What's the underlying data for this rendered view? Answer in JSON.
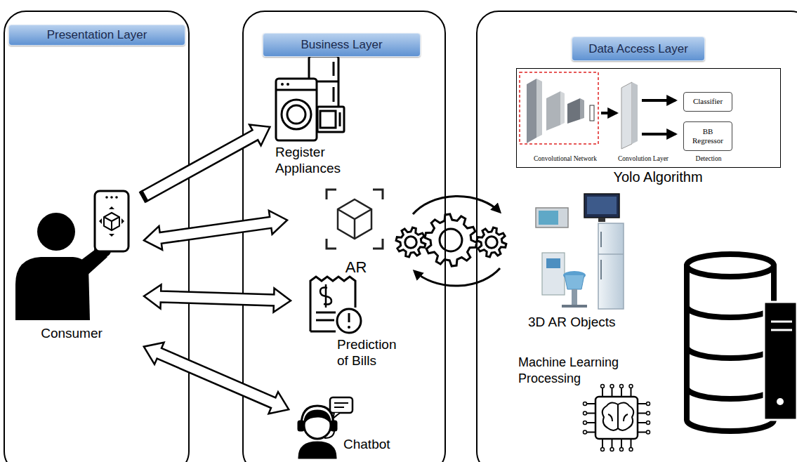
{
  "diagram": {
    "nodes": [
      {
        "text": [
          "Presentation Layer"
        ]
      },
      {
        "text": [
          "Consumer"
        ],
        "in": 0
      },
      {
        "text": [
          "Business Layer"
        ]
      },
      {
        "text": [
          "Register Appliances"
        ],
        "in": 2
      },
      {
        "text": [
          "AR"
        ],
        "in": 2
      },
      {
        "text": [
          "Prediction of Bills"
        ],
        "in": 2
      },
      {
        "text": [
          "Chatbot"
        ],
        "in": 2
      },
      {
        "text": [
          "Data Access Layer"
        ]
      },
      {
        "text": [
          "Convolutional Network",
          "Convolution Layer",
          "Detection"
        ],
        "in": 7
      },
      {
        "text": [
          "Classifier"
        ],
        "in": 8
      },
      {
        "text": [
          "BB Regressor"
        ],
        "in": 8
      }
    ],
    "edges": [
      {
        "from": 1,
        "to": 3,
        "arrow": "to"
      },
      {
        "from": 1,
        "to": 4,
        "arrow": "both"
      },
      {
        "from": 1,
        "to": 5,
        "arrow": "both"
      },
      {
        "from": 1,
        "to": 6,
        "arrow": "both"
      }
    ],
    "labels": [
      "Yolo Algorithm",
      "3D AR Objects",
      "Machine Learning Processing"
    ]
  }
}
